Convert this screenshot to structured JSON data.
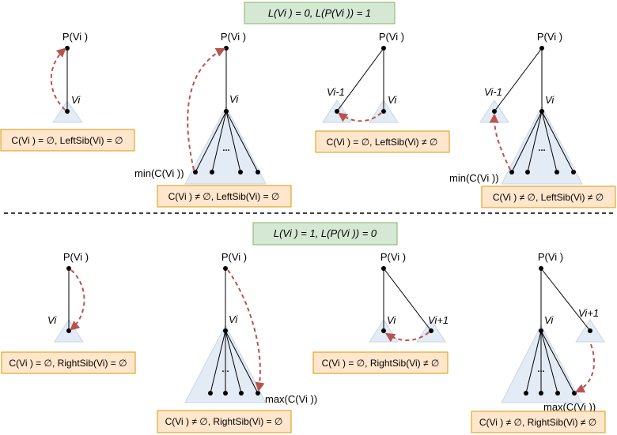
{
  "colors": {
    "header_fill": "#d5e8d4",
    "header_stroke": "#82b366",
    "box_fill": "#ffe6cc",
    "box_stroke": "#d79b00",
    "subtree_fill": "#e3ebf5",
    "arrow": "#b85450"
  },
  "top": {
    "header": "L(Vi ) = 0, L(P(Vi )) = 1",
    "panels": [
      {
        "parent": "P(Vi )",
        "node": "Vi",
        "cond": "C(Vi ) = ∅, LeftSib(Vi) = ∅"
      },
      {
        "parent": "P(Vi )",
        "node": "Vi",
        "extreme": "min(C(Vi ))",
        "cond": "C(Vi ) ≠ ∅, LeftSib(Vi) = ∅"
      },
      {
        "parent": "P(Vi )",
        "node": "Vi",
        "sibling": "Vi-1",
        "cond": "C(Vi ) = ∅, LeftSib(Vi) ≠ ∅"
      },
      {
        "parent": "P(Vi )",
        "node": "Vi",
        "sibling": "Vi-1",
        "extreme": "min(C(Vi ))",
        "cond": "C(Vi ) ≠ ∅, LeftSib(Vi) ≠ ∅"
      }
    ]
  },
  "bottom": {
    "header": "L(Vi ) = 1, L(P(Vi )) = 0",
    "panels": [
      {
        "parent": "P(Vi )",
        "node": "Vi",
        "cond": "C(Vi ) = ∅, RightSib(Vi) = ∅"
      },
      {
        "parent": "P(Vi )",
        "node": "Vi",
        "extreme": "max(C(Vi ))",
        "cond": "C(Vi ) ≠ ∅, RightSib(Vi) = ∅"
      },
      {
        "parent": "P(Vi )",
        "node": "Vi",
        "sibling": "Vi+1",
        "cond": "C(Vi ) = ∅, RightSib(Vi) ≠ ∅"
      },
      {
        "parent": "P(Vi )",
        "node": "Vi",
        "sibling": "Vi+1",
        "extreme": "max(C(Vi ))",
        "cond": "C(Vi ) ≠ ∅, RightSib(Vi) ≠ ∅"
      }
    ]
  },
  "ellipsis": "..."
}
